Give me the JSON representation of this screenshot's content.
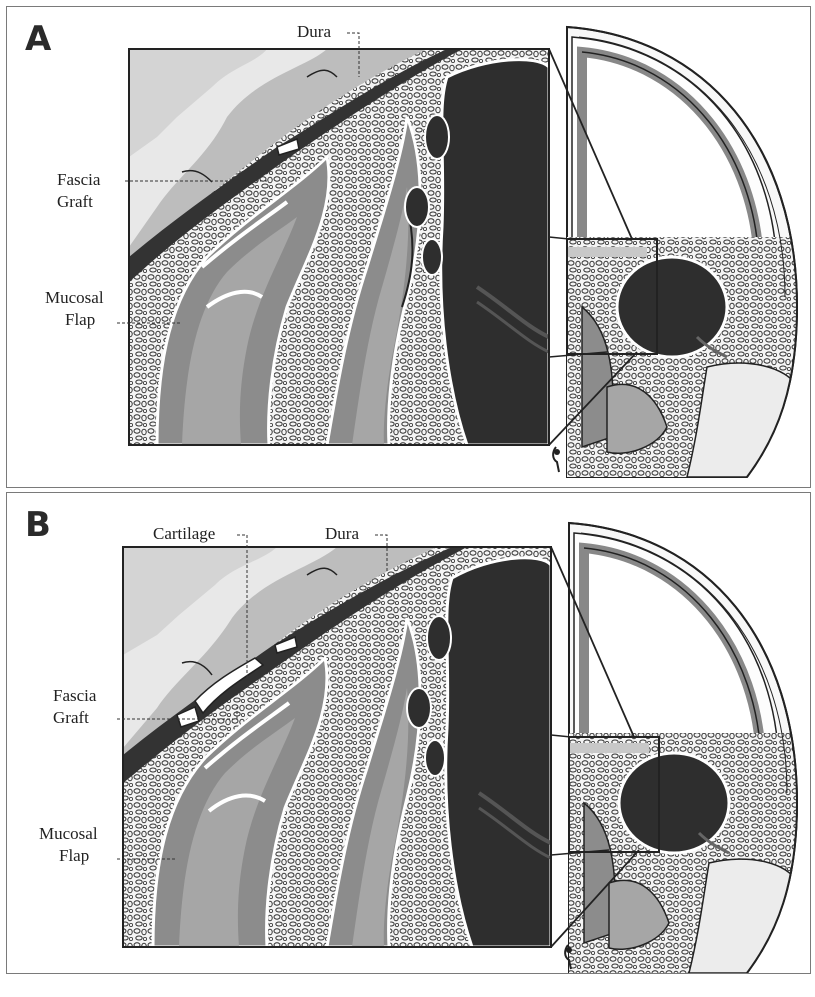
{
  "panels": [
    {
      "letter": "A",
      "labels": {
        "dura": "Dura",
        "fascia_line1": "Fascia",
        "fascia_line2": "Graft",
        "mucosal_line1": "Mucosal",
        "mucosal_line2": "Flap"
      }
    },
    {
      "letter": "B",
      "labels": {
        "cartilage": "Cartilage",
        "dura": "Dura",
        "fascia_line1": "Fascia",
        "fascia_line2": "Graft",
        "mucosal_line1": "Mucosal",
        "mucosal_line2": "Flap"
      }
    }
  ],
  "colors": {
    "dura": "#3a3a3a",
    "mucosa": "#8c8c8c",
    "light_tissue": "#c8c8c8",
    "bone_lattice": "#f2f2f2",
    "sinus_dark": "#2e2e2e",
    "background_brain": "#d6d6d6"
  }
}
